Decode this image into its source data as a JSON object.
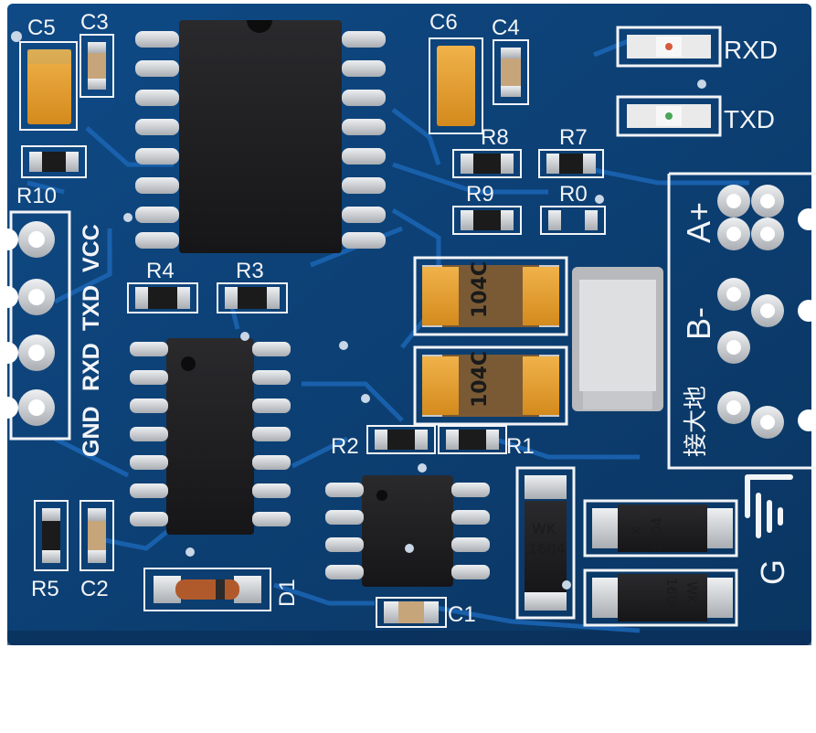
{
  "board": {
    "pcb_color": "#0d3e73",
    "trace_color": "#1b64b3",
    "silk_color": "#f2f4f7",
    "pad_color": "#d3d4d6",
    "chip_color": "#1e1e20"
  },
  "silkscreen": {
    "c5": "C5",
    "c3": "C3",
    "c6": "C6",
    "c4": "C4",
    "rxd_led": "RXD",
    "txd_led": "TXD",
    "r8": "R8",
    "r7": "R7",
    "r9": "R9",
    "r0": "R0",
    "r10": "R10",
    "r4": "R4",
    "r3": "R3",
    "r2": "R2",
    "r1": "R1",
    "r5": "R5",
    "c2": "C2",
    "c1": "C1",
    "d1": "D1",
    "a_plus": "A+",
    "b_minus": "B-",
    "ground_cn": "接大地",
    "g": "G",
    "header": {
      "gnd": "GND",
      "rxd": "RXD",
      "txd": "TXD",
      "vcc": "VCC"
    }
  },
  "components": {
    "cap_top_mark": "104C",
    "cap_bottom_mark": "104C",
    "tvs_vertical": [
      "WK",
      "1604"
    ],
    "tvs_right_top": [
      "WK",
      "1604"
    ],
    "tvs_right_bottom": [
      "WK",
      "1604"
    ]
  }
}
